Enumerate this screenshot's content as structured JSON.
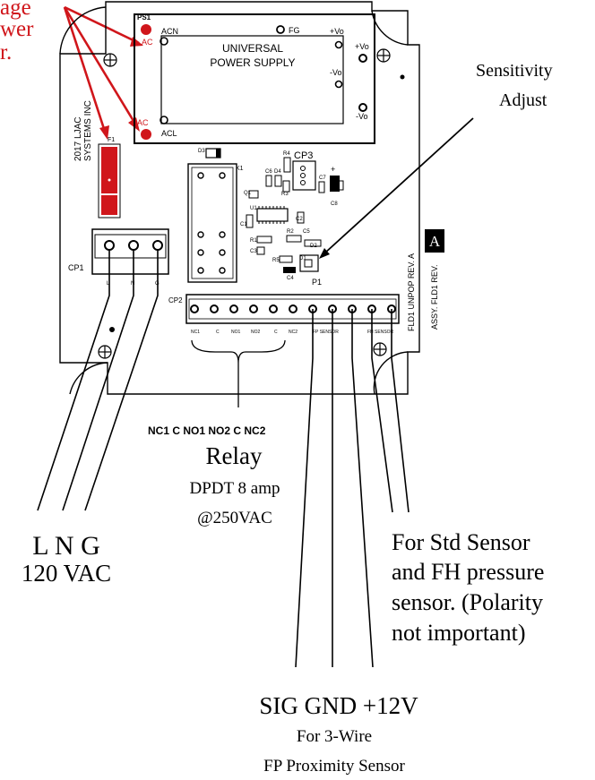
{
  "red_note": [
    "age",
    "wer",
    "r."
  ],
  "board": {
    "year_company": "2017 LJAC",
    "company_line2": "SYSTEMS INC",
    "rev_label": "FLD1 UNPOP REV. A",
    "assy_label": "ASSY. FLD1 REV.",
    "rev_letter": "A"
  },
  "power_supply": {
    "ref": "PS1",
    "title_line1": "UNIVERSAL",
    "title_line2": "POWER SUPPLY",
    "pin_acn": "ACN",
    "pin_acl": "ACL",
    "pin_fg": "FG",
    "pin_vo1": "+Vo",
    "pin_vo2": "+Vo",
    "pin_vneg1": "-Vo",
    "pin_vneg2": "-Vo",
    "ac_label_top": "AC",
    "ac_label_bottom": "AC"
  },
  "components": {
    "fuse": "F1",
    "relay": "K1",
    "d3": "D3",
    "cp3": "CP3",
    "r4": "R4",
    "c6": "C6",
    "d4": "D4",
    "r3": "R3",
    "c7": "C7",
    "c8": "C8",
    "q1": "Q1",
    "u1": "U1",
    "c1": "C1",
    "c2": "C2",
    "c3": "C3",
    "c4": "C4",
    "c5": "C5",
    "r1": "R1",
    "r2": "R2",
    "r5": "R5",
    "d1": "D1",
    "d2": "D2",
    "p1": "P1"
  },
  "cp1": {
    "ref": "CP1",
    "pins": [
      "L",
      "N",
      "G"
    ]
  },
  "cp2": {
    "ref": "CP2",
    "pins": [
      "NC1",
      "C",
      "NO1",
      "NO2",
      "C",
      "NC2",
      "FP SENSOR",
      "FH SENSOR"
    ]
  },
  "annotations": {
    "sensitivity_line1": "Sensitivity",
    "sensitivity_line2": "Adjust",
    "relay_pins": "NC1  C  NO1  NO2  C  NC2",
    "relay_title": "Relay",
    "relay_spec1": "DPDT  8 amp",
    "relay_spec2": "@250VAC",
    "lng": "L N G",
    "vac": "120 VAC",
    "std_line1": "For Std Sensor",
    "std_line2": "and FH pressure",
    "std_line3": "sensor. (Polarity",
    "std_line4": "not important)",
    "sig_line": "SIG  GND  +12V",
    "prox_line1": "For 3-Wire",
    "prox_line2": "FP Proximity Sensor"
  },
  "colors": {
    "red": "#d0161b",
    "ink": "#000000"
  }
}
